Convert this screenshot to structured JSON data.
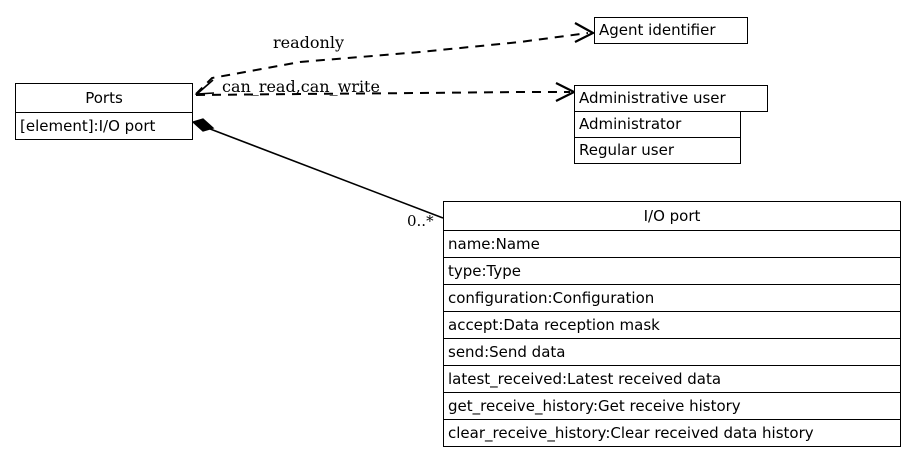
{
  "diagram": {
    "kind": "uml-class-diagram",
    "background_color": "#ffffff",
    "line_color": "#000000",
    "text_color": "#000000"
  },
  "classes": {
    "ports": {
      "name": "Ports",
      "attributes": [
        "[element]:I/O port"
      ]
    },
    "agent_identifier": {
      "name": "Agent identifier",
      "attributes": []
    },
    "administrative_user": {
      "name": "Administrative user",
      "attributes": [
        "Administrator",
        "Regular user"
      ]
    },
    "io_port": {
      "name": "I/O port",
      "attributes": [
        "name:Name",
        "type:Type",
        "configuration:Configuration",
        "accept:Data reception mask",
        "send:Send data",
        "latest_received:Latest received data",
        "get_receive_history:Get receive history",
        "clear_receive_history:Clear received data history"
      ]
    }
  },
  "edges": [
    {
      "id": "edge-readonly",
      "type": "dependency",
      "style": "dashed",
      "label": "readonly",
      "from": "ports",
      "to": "agent_identifier",
      "arrowhead": "open-v"
    },
    {
      "id": "edge-can-read-can-write",
      "type": "dependency",
      "style": "dashed",
      "label": "can_read,can_write",
      "from": "ports",
      "to": "administrative_user",
      "arrowhead": "open-v"
    },
    {
      "id": "edge-composition",
      "type": "composition",
      "style": "solid",
      "label": "0..*",
      "from": "ports",
      "to": "io_port",
      "arrowhead": "filled-diamond"
    }
  ]
}
